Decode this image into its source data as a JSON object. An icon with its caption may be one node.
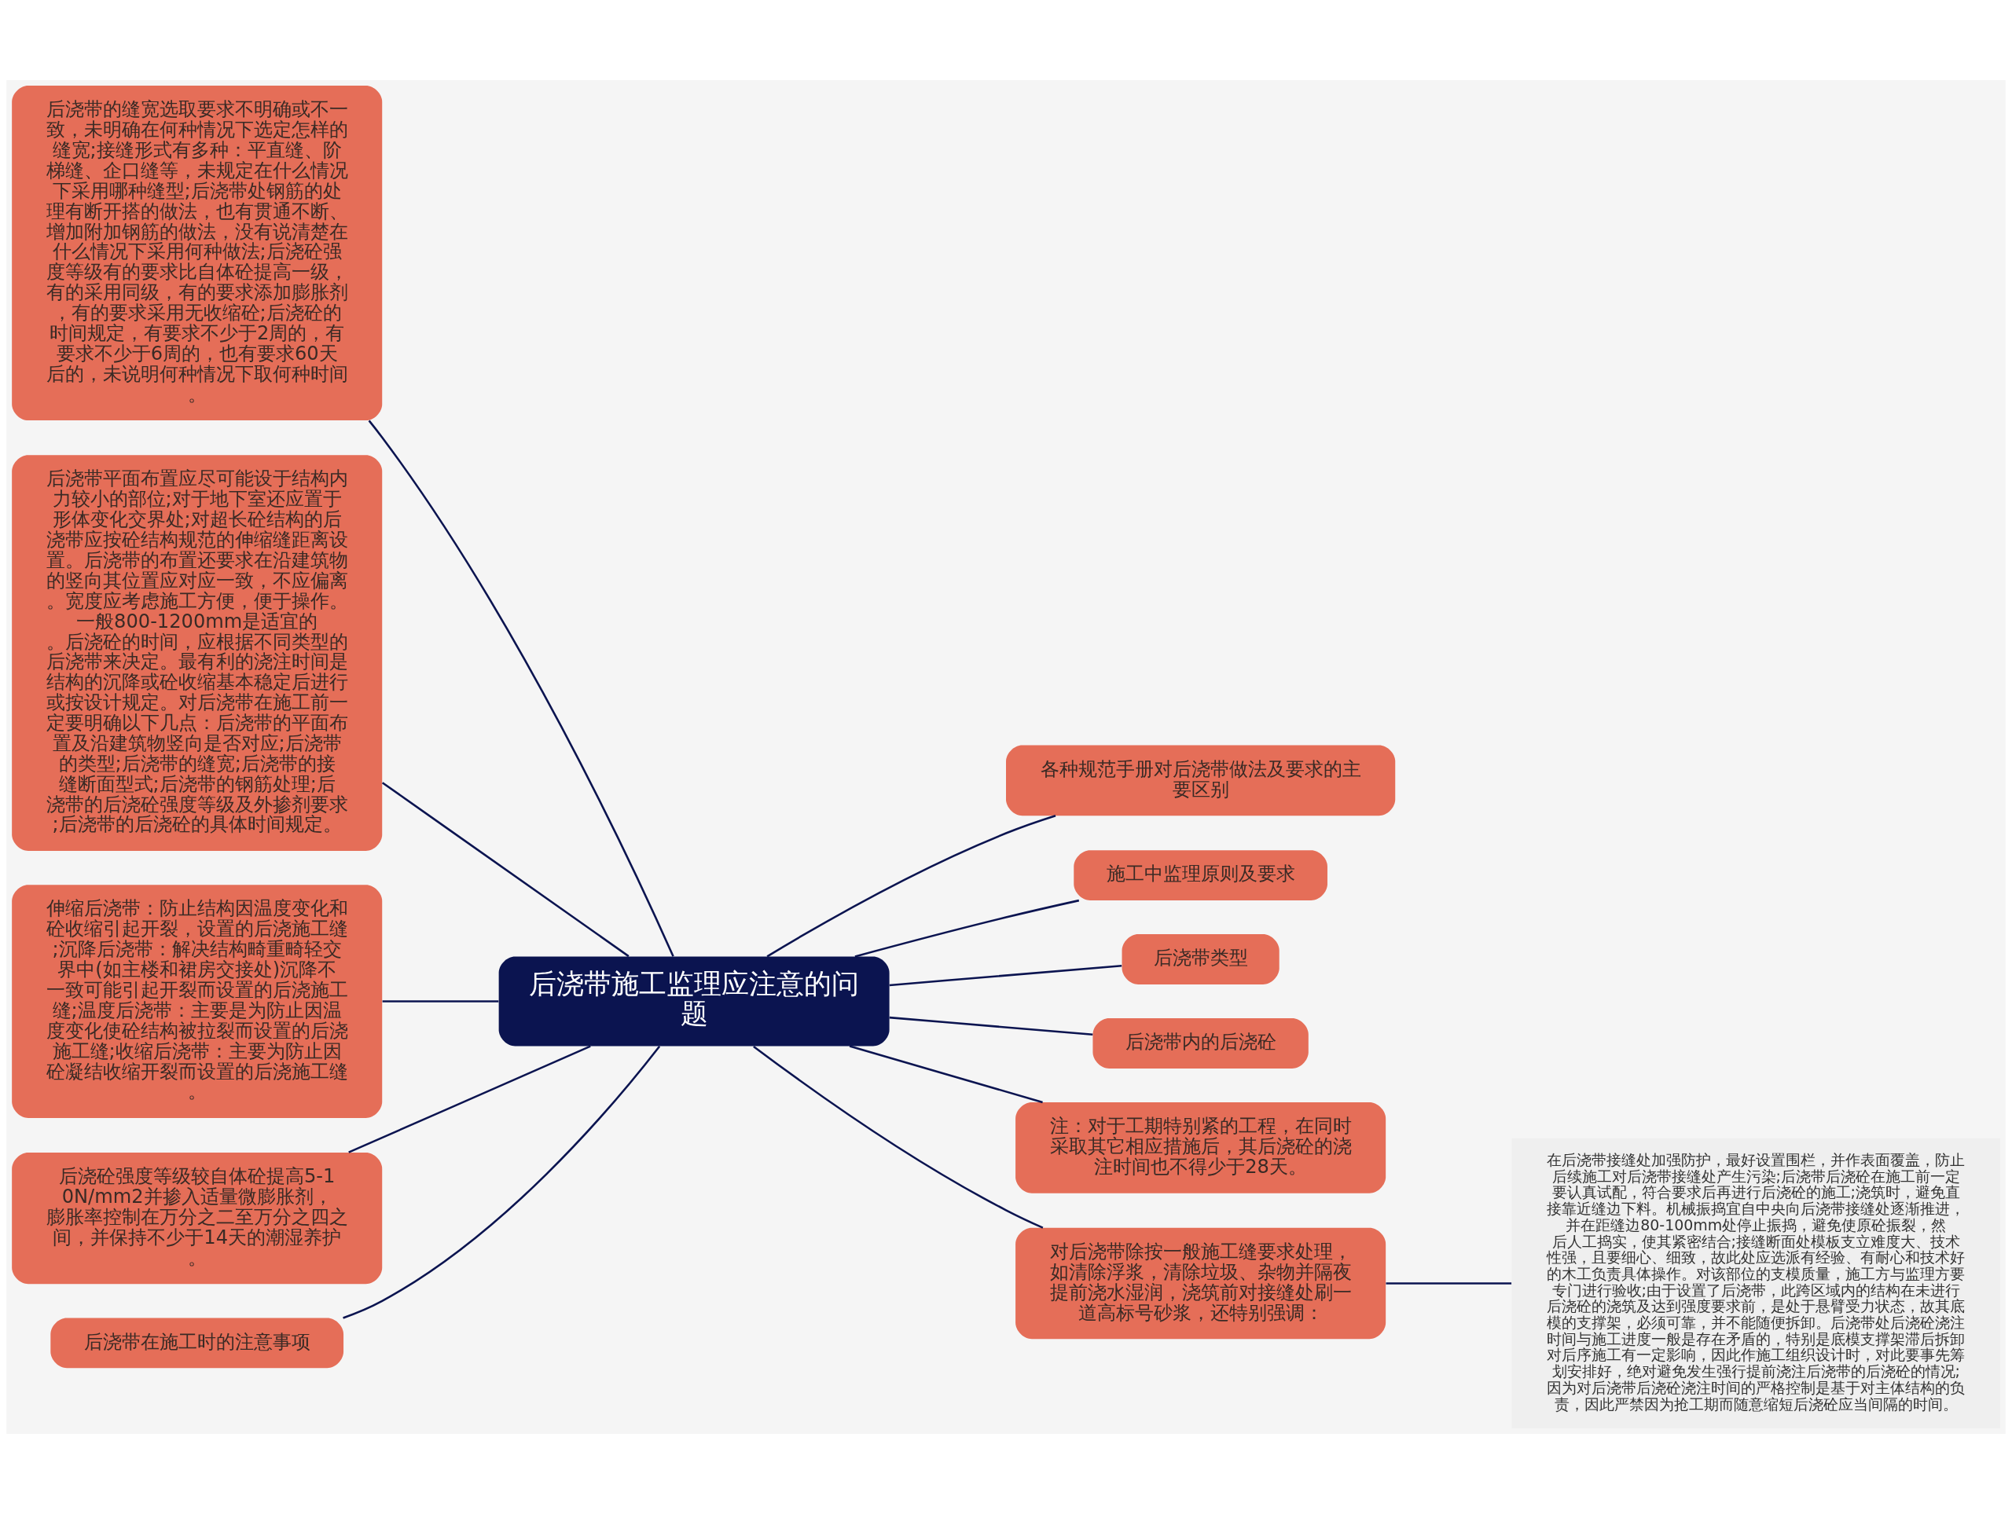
{
  "diagram": {
    "nodes": [
      {
        "text": [
          "后浇带施工监理应注意的问题"
        ]
      },
      {
        "text": [
          "后浇带的缝宽选取要求不明确或不一致，未明确在何种情况下选定怎样的缝宽;接缝形式有多种：平直缝、阶梯缝、企口缝等，未规定在什么情况下采用哪种缝型;后浇带处钢筋的处理有断开搭的做法，也有贯通不断、增加附加钢筋的做法，没有说清楚在什么情况下采用何种做法;后浇砼强度等级有的要求比自体砼提高一级，有的采用同级，有的要求添加膨胀剂，有的要求采用无收缩砼;后浇砼的时间规定，有要求不少于2周的，有要求不少于6周的，也有要求60天后的，未说明何种情况下取何种时间。"
        ]
      },
      {
        "text": [
          "后浇带平面布置应尽可能设于结构内力较小的部位;对于地下室还应置于形体变化交界处;对超长砼结构的后浇带应按砼结构规范的伸缩缝距离设置。后浇带的布置还要求在沿建筑物的竖向其位置应对应一致，不应偏离。宽度应考虑施工方便，便于操作。一般800-1200mm是适宜的。后浇砼的时间，应根据不同类型的后浇带来决定。最有利的浇注时间是结构的沉降或砼收缩基本稳定后进行或按设计规定。对后浇带在施工前一定要明确以下几点：后浇带的平面布置及沿建筑物竖向是否对应;后浇带的类型;后浇带的缝宽;后浇带的接缝断面型式;后浇带的钢筋处理;后浇带的后浇砼强度等级及外掺剂要求;后浇带的后浇砼的具体时间规定。"
        ]
      },
      {
        "text": [
          "伸缩后浇带：防止结构因温度变化和砼收缩引起开裂，设置的后浇施工缝;沉降后浇带：解决结构畸重畸轻交界中(如主楼和裙房交接处)沉降不一致可能引起开裂而设置的后浇施工缝;温度后浇带：主要是为防止因温度变化使砼结构被拉裂而设置的后浇施工缝;收缩后浇带：主要为防止因砼凝结收缩开裂而设置的后浇施工缝。"
        ]
      },
      {
        "text": [
          "后浇砼强度等级较自体砼提高5-10N/mm2并掺入适量微膨胀剂，膨胀率控制在万分之二至万分之四之间，并保持不少于14天的潮湿养护。"
        ]
      },
      {
        "text": [
          "后浇带在施工时的注意事项"
        ]
      },
      {
        "text": [
          "各种规范手册对后浇带做法及要求的主要区别"
        ]
      },
      {
        "text": [
          "施工中监理原则及要求"
        ]
      },
      {
        "text": [
          "后浇带类型"
        ]
      },
      {
        "text": [
          "后浇带内的后浇砼"
        ]
      },
      {
        "text": [
          "注：对于工期特别紧的工程，在同时采取其它相应措施后，其后浇砼的浇注时间也不得少于28天。"
        ]
      },
      {
        "text": [
          "对后浇带除按一般施工缝要求处理，如清除浮浆，清除垃圾、杂物并隔夜提前浇水湿润，浇筑前对接缝处刷一道高标号砂浆，还特别强调："
        ]
      },
      {
        "text": [
          "在后浇带接缝处加强防护，最好设置围栏，并作表面覆盖，防止后续施工对后浇带接缝处产生污染;后浇带后浇砼在施工前一定要认真试配，符合要求后再进行后浇砼的施工;浇筑时，避免直接靠近缝边下料。机械振捣宜自中央向后浇带接缝处逐渐推进，并在距缝边80-100mm处停止振捣，避免使原砼振裂，然后人工捣实，使其紧密结合;接缝断面处模板支立难度大、技术性强，且要细心、细致，故此处应选派有经验、有耐心和技术好的木工负责具体操作。对该部位的支模质量，施工方与监理方要专门进行验收;由于设置了后浇带，此跨区域内的结构在未进行后浇砼的浇筑及达到强度要求前，是处于悬臂受力状态，故其底模的支撑架，必须可靠，并不能随便拆卸。后浇带处后浇砼浇注时间与施工进度一般是存在矛盾的，特别是底模支撑架滞后拆卸对后序施工有一定影响，因此作施工组织设计时，对此要事先筹划安排好，绝对避免发生强行提前浇注后浇带的后浇砼的情况;因为对后浇带后浇砼浇注时间的严格控制是基于对主体结构的负责，因此严禁因为抢工期而随意缩短后浇砼应当间隔的时间。"
        ]
      }
    ],
    "edges": [
      {
        "from": 0,
        "to": 1,
        "arrow": "none"
      },
      {
        "from": 0,
        "to": 2,
        "arrow": "none"
      },
      {
        "from": 0,
        "to": 3,
        "arrow": "none"
      },
      {
        "from": 0,
        "to": 4,
        "arrow": "none"
      },
      {
        "from": 0,
        "to": 5,
        "arrow": "none"
      },
      {
        "from": 0,
        "to": 6,
        "arrow": "none"
      },
      {
        "from": 0,
        "to": 7,
        "arrow": "none"
      },
      {
        "from": 0,
        "to": 8,
        "arrow": "none"
      },
      {
        "from": 0,
        "to": 9,
        "arrow": "none"
      },
      {
        "from": 0,
        "to": 10,
        "arrow": "none"
      },
      {
        "from": 0,
        "to": 11,
        "arrow": "none"
      },
      {
        "from": 11,
        "to": 12,
        "arrow": "none"
      }
    ]
  }
}
